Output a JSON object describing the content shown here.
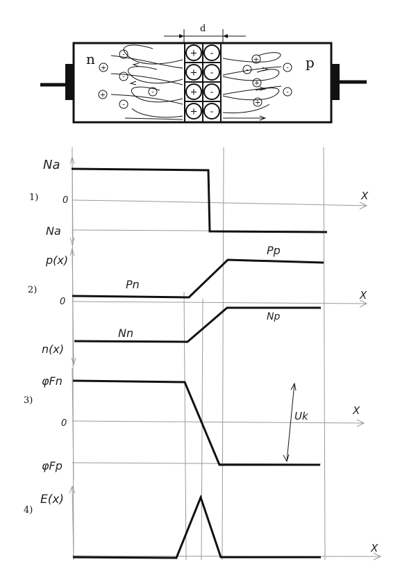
{
  "device": {
    "width_label": "d",
    "n_label": "n",
    "p_label": "p",
    "plus_symbol": "+",
    "minus_symbol": "-"
  },
  "panels": [
    {
      "number": "1)",
      "top_label": "Na",
      "zero_label": "0",
      "bottom_label": "Na",
      "axis_label": "X"
    },
    {
      "number": "2)",
      "top_label": "p(x)",
      "zero_label": "0",
      "bottom_label": "n(x)",
      "axis_label": "X",
      "curve_labels": [
        "Pp",
        "Pn",
        "Np",
        "Nn"
      ]
    },
    {
      "number": "3)",
      "top_label": "φFn",
      "zero_label": "0",
      "bottom_label": "φFp",
      "axis_label": "X",
      "curve_labels": [
        "Uk"
      ]
    },
    {
      "number": "4)",
      "top_label": "E(x)",
      "axis_label": "X"
    }
  ]
}
